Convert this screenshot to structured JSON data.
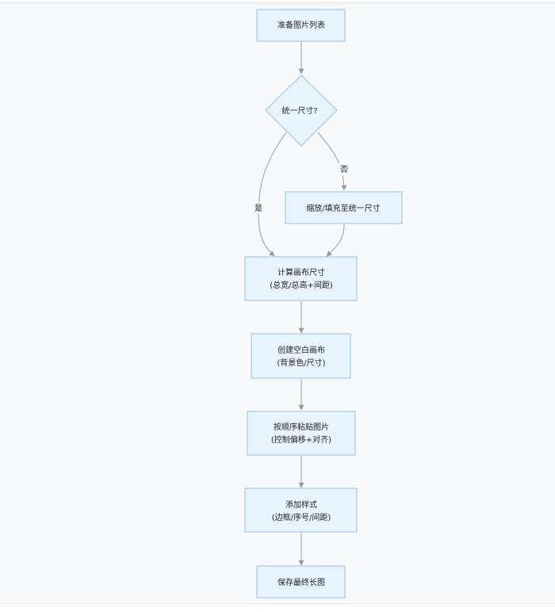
{
  "diagram": {
    "nodes": {
      "prepare": {
        "lines": [
          "准备图片列表"
        ]
      },
      "uniform": {
        "lines": [
          "统一尺寸?"
        ]
      },
      "resize": {
        "lines": [
          "缩放/填充至统一尺寸"
        ]
      },
      "compute": {
        "lines": [
          "计算画布尺寸",
          "(总宽/总高+间距)"
        ]
      },
      "create": {
        "lines": [
          "创建空白画布",
          "(背景色/尺寸)"
        ]
      },
      "paste": {
        "lines": [
          "按顺序粘贴图片",
          "(控制偏移+对齐)"
        ]
      },
      "style": {
        "lines": [
          "添加样式",
          "(边框/序号/间距)"
        ]
      },
      "save": {
        "lines": [
          "保存最终长图"
        ]
      }
    },
    "edge_labels": {
      "yes": "是",
      "no": "否"
    }
  }
}
